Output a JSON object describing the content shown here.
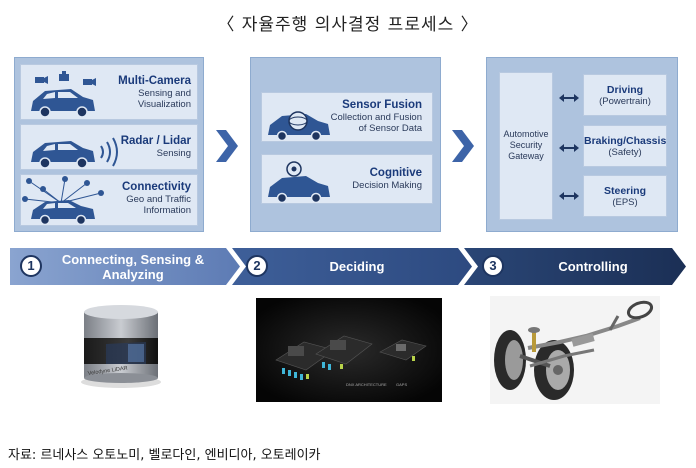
{
  "title": "〈 자율주행 의사결정 프로세스 〉",
  "stage1": {
    "cards": [
      {
        "title": "Multi-Camera",
        "sub": "Sensing and Visualization"
      },
      {
        "title": "Radar / Lidar",
        "sub": "Sensing"
      },
      {
        "title": "Connectivity",
        "sub": "Geo and Traffic Information"
      }
    ],
    "number": "1",
    "label": "Connecting, Sensing & Analyzing"
  },
  "stage2": {
    "cards": [
      {
        "title": "Sensor Fusion",
        "sub": "Collection and Fusion of Sensor Data"
      },
      {
        "title": "Cognitive",
        "sub": "Decision Making"
      }
    ],
    "number": "2",
    "label": "Deciding"
  },
  "stage3": {
    "gateway": "Automotive Security Gateway",
    "cards": [
      {
        "title": "Driving",
        "sub": "(Powertrain)"
      },
      {
        "title": "Braking/Chassis",
        "sub": "(Safety)"
      },
      {
        "title": "Steering",
        "sub": "(EPS)"
      }
    ],
    "number": "3",
    "label": "Controlling"
  },
  "photos": {
    "lidar_text": "Velodyne LiDAR",
    "board_caption_1": "DNX ARCHITECTURE",
    "board_caption_2": "GAPS"
  },
  "source": "자료: 르네사스 오토노미, 벨로다인, 엔비디아, 오토레이카",
  "colors": {
    "stage_bg": "#aec3de",
    "card_bg": "#dfe8f4",
    "banner_light": "#6e8cc0",
    "banner_dark": "#1e3560",
    "chevron": "#3d64a8"
  }
}
